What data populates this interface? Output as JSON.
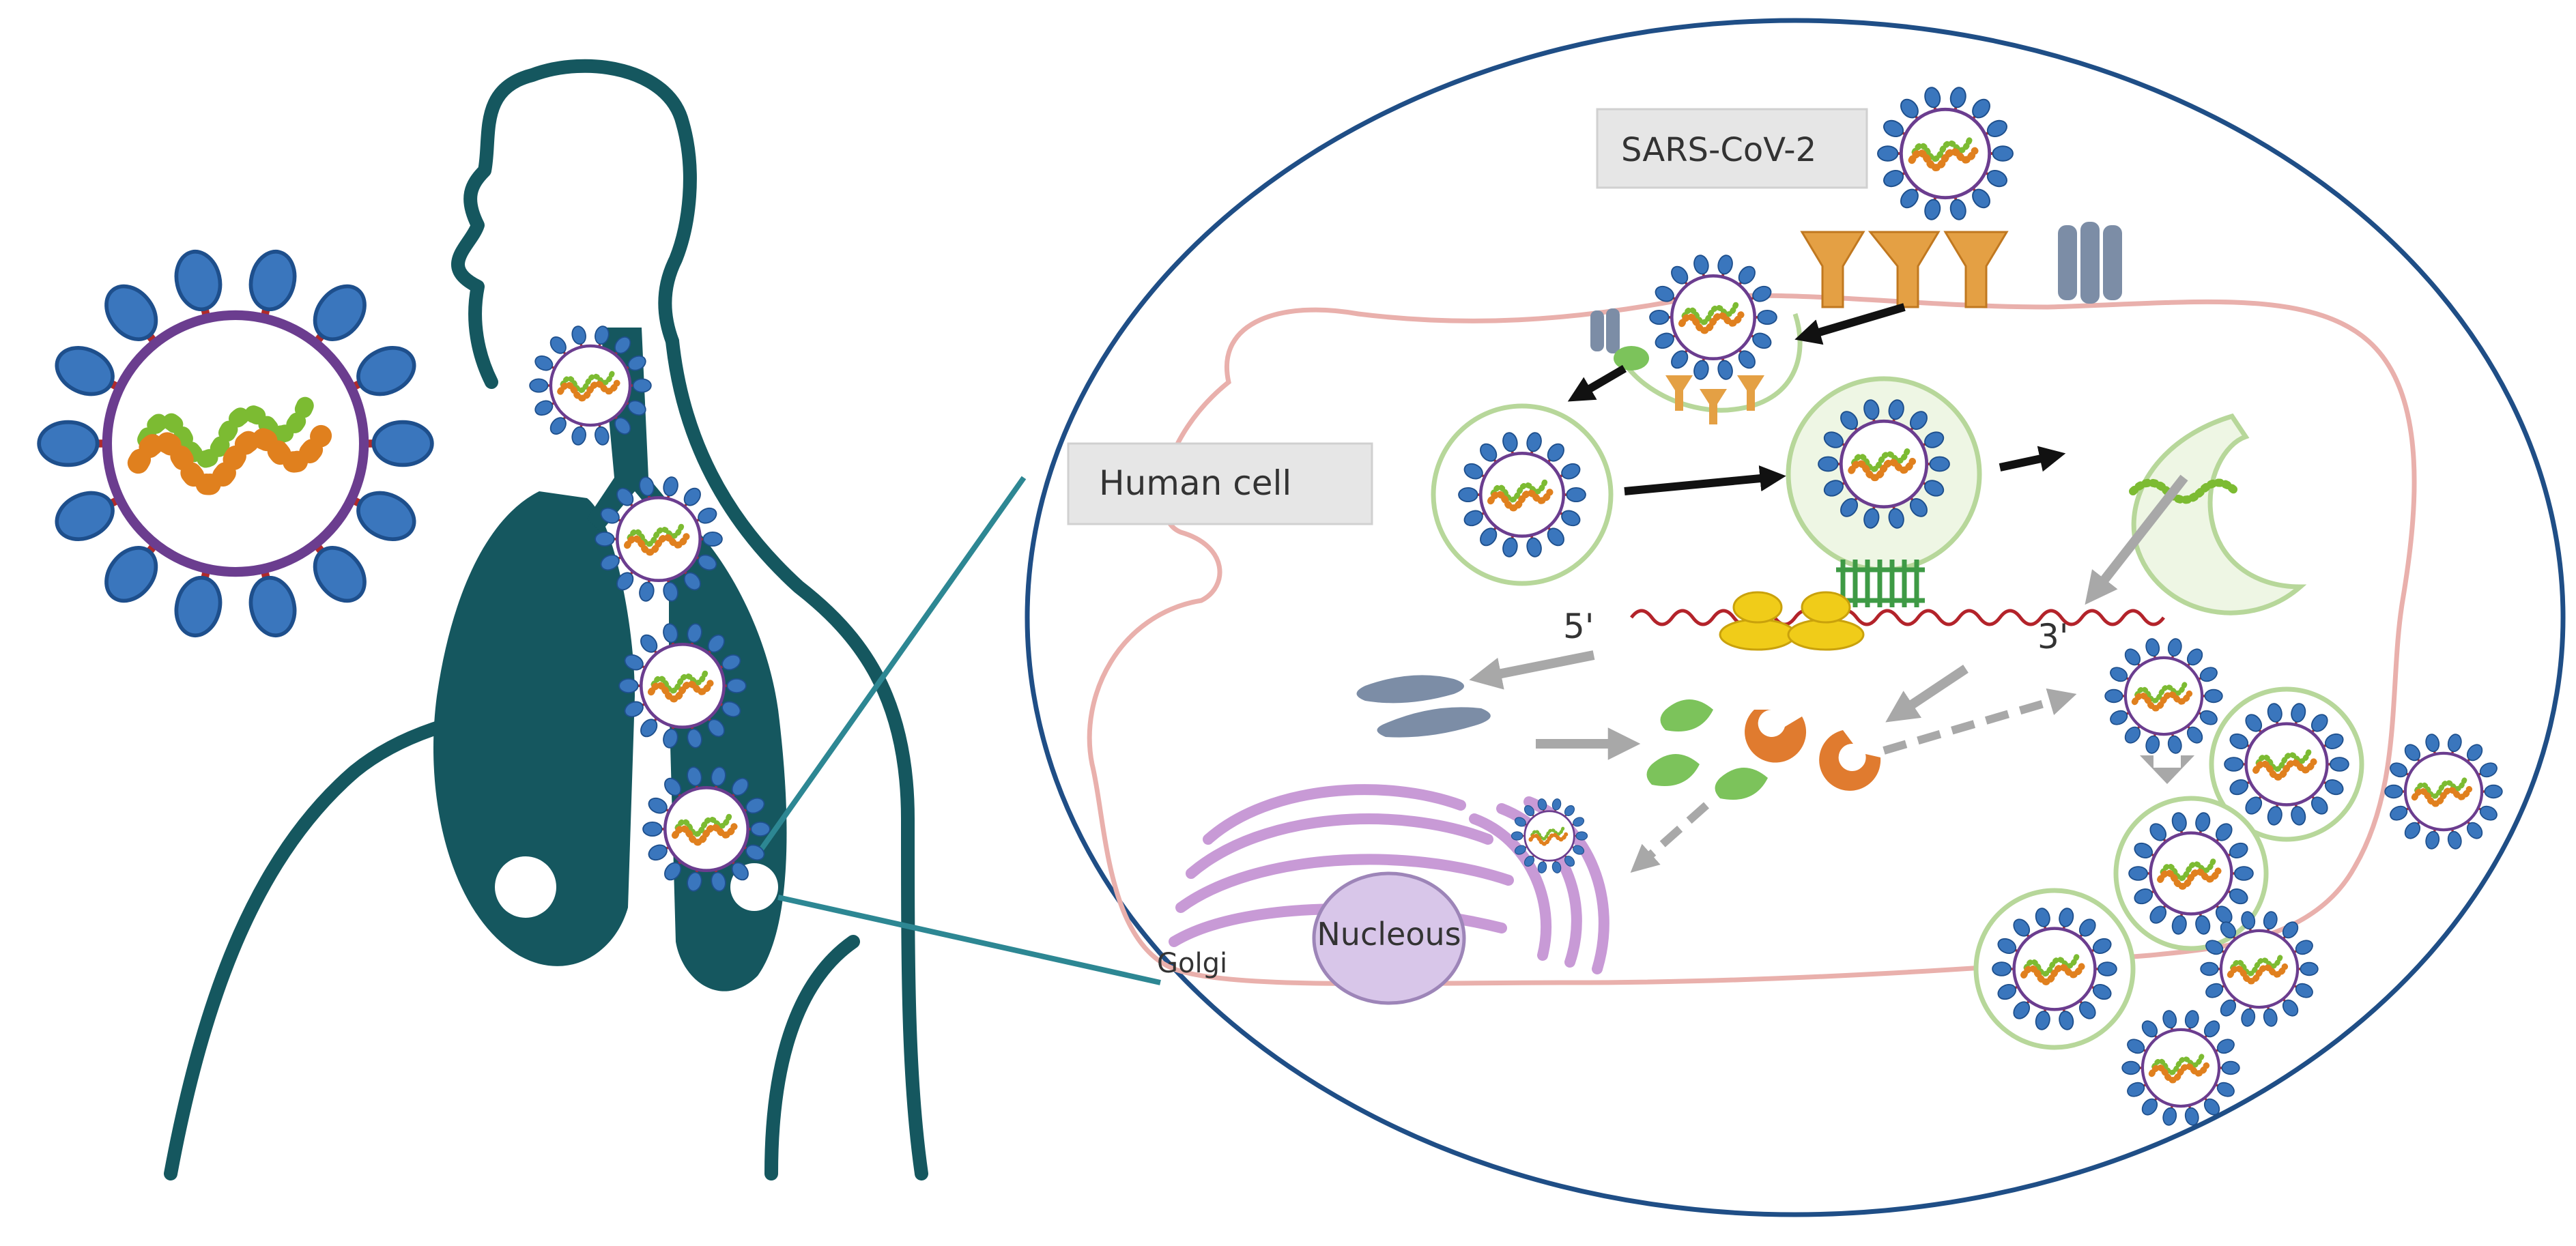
{
  "labels": {
    "virus": "SARS-CoV-2",
    "cell": "Human cell",
    "five_prime": "5'",
    "three_prime": "3'",
    "golgi": "Golgi",
    "nucleus": "Nucleous"
  },
  "icons": {
    "virus": "coronavirus-particle-icon",
    "receptor": "ace2-receptor-icon",
    "vesicle": "endosome-vesicle-icon",
    "rna": "viral-rna-icon",
    "ribosome": "ribosome-icon",
    "protein": "viral-protein-icon",
    "golgi": "golgi-apparatus-icon",
    "nucleus": "nucleus-icon"
  },
  "colors": {
    "body_outline": "#15575f",
    "lungs": "#15575f",
    "zoom_circle": "#1f4e86",
    "cell_membrane": "#e9b0ac",
    "spike_blue": "#3a76bd",
    "spike_stem": "#b02a2a",
    "virus_envelope": "#6b3d8f",
    "rna_orange": "#e0801e",
    "rna_green": "#7cbb32",
    "receptor_orange": "#e4a044",
    "vesicle_green": "#b7d79a",
    "ribosome_yellow": "#f0cc19",
    "mrna_red": "#b3232a",
    "protein_green": "#7cc35b",
    "protein_orange": "#e07b2f",
    "protein_grey": "#7c8da6",
    "golgi_purple": "#c89ad6",
    "nucleus_fill": "#d8c6e9",
    "arrow_black": "#111111",
    "arrow_grey": "#a8a8a8",
    "connector_teal": "#2d8793"
  }
}
